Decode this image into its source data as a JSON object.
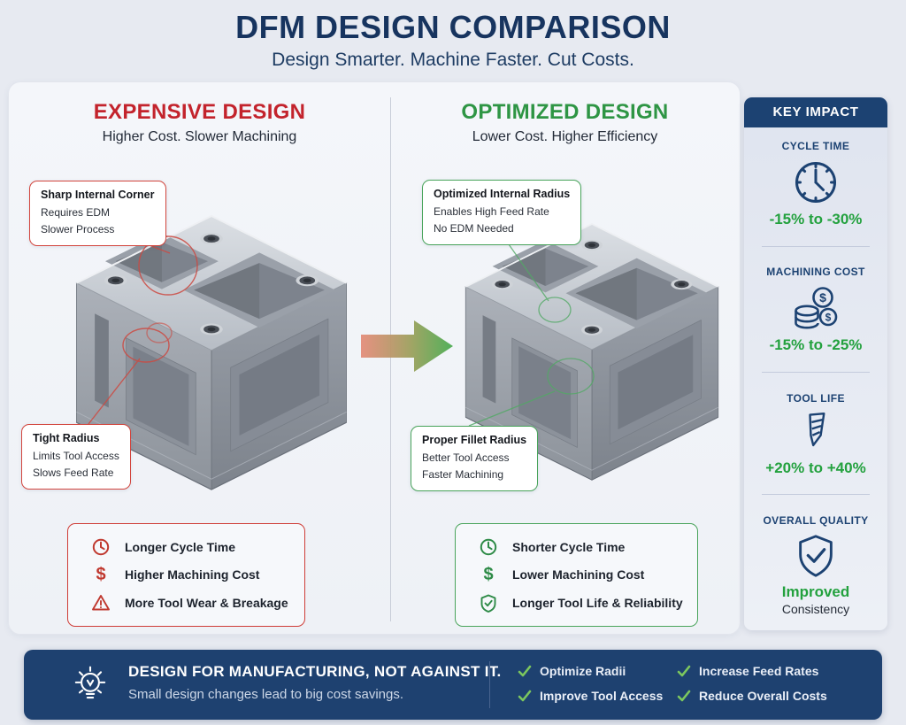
{
  "header": {
    "title": "DFM DESIGN COMPARISON",
    "subtitle": "Design Smarter. Machine Faster. Cut Costs."
  },
  "expensive": {
    "heading": "EXPENSIVE DESIGN",
    "subheading": "Higher Cost. Slower Machining",
    "callouts": [
      {
        "title": "Sharp Internal Corner",
        "lines": [
          "Requires EDM",
          "Slower Process"
        ]
      },
      {
        "title": "Tight Radius",
        "lines": [
          "Limits Tool Access",
          "Slows Feed Rate"
        ]
      }
    ],
    "summary": [
      {
        "icon": "clock-icon",
        "label": "Longer Cycle Time"
      },
      {
        "icon": "dollar-icon",
        "label": "Higher Machining Cost"
      },
      {
        "icon": "warning-icon",
        "label": "More Tool Wear & Breakage"
      }
    ]
  },
  "optimized": {
    "heading": "OPTIMIZED DESIGN",
    "subheading": "Lower Cost. Higher Efficiency",
    "callouts": [
      {
        "title": "Optimized Internal Radius",
        "lines": [
          "Enables High Feed Rate",
          "No EDM Needed"
        ]
      },
      {
        "title": "Proper Fillet Radius",
        "lines": [
          "Better Tool Access",
          "Faster Machining"
        ]
      }
    ],
    "summary": [
      {
        "icon": "clock-icon",
        "label": "Shorter Cycle Time"
      },
      {
        "icon": "dollar-icon",
        "label": "Lower Machining Cost"
      },
      {
        "icon": "shield-check-icon",
        "label": "Longer Tool Life & Reliability"
      }
    ]
  },
  "key_impact": {
    "heading": "KEY IMPACT",
    "sections": [
      {
        "title": "CYCLE TIME",
        "icon": "clock-icon",
        "value": "-15% to -30%"
      },
      {
        "title": "MACHINING COST",
        "icon": "coins-icon",
        "value": "-15% to -25%"
      },
      {
        "title": "TOOL LIFE",
        "icon": "endmill-icon",
        "value": "+20% to +40%"
      },
      {
        "title": "OVERALL QUALITY",
        "icon": "shield-check-icon",
        "value": "Improved",
        "subvalue": "Consistency"
      }
    ]
  },
  "footer": {
    "icon": "lightbulb-icon",
    "title": "DESIGN FOR MANUFACTURING, NOT AGAINST IT.",
    "subtitle": "Small design changes lead to big cost savings.",
    "checks_col1": [
      "Optimize Radii",
      "Improve Tool Access"
    ],
    "checks_col2": [
      "Increase Feed Rates",
      "Reduce Overall Costs"
    ]
  },
  "icons": {
    "dollar_glyph": "$"
  },
  "colors": {
    "navy": "#1c4272",
    "title_navy": "#17345f",
    "red": "#c3232c",
    "green": "#2e9544",
    "value_green": "#23a13e",
    "check_green": "#7cc75e",
    "footer_navy": "#1e4170"
  }
}
